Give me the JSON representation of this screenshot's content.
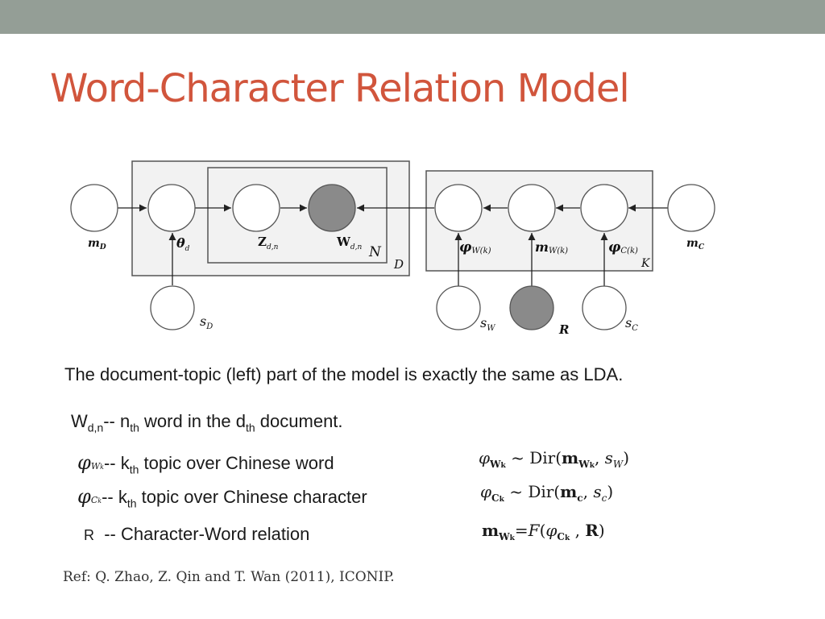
{
  "slide": {
    "title": "Word-Character Relation Model",
    "intro": "The document-topic (left) part of the model is exactly the same as LDA.",
    "reference": "Ref: Q. Zhao, Z. Qin and T. Wan (2011), ICONIP."
  },
  "diagram": {
    "plate_labels": {
      "N": "N",
      "D": "D",
      "K": "K"
    },
    "nodes": {
      "m_D": {
        "main": "m",
        "sub": "D"
      },
      "theta_d": {
        "main": "θ",
        "sub": "d"
      },
      "z_dn": {
        "main": "Z",
        "sub": "d,n"
      },
      "w_dn": {
        "main": "W",
        "sub": "d,n"
      },
      "phi_w": {
        "main": "φ",
        "sub": "W(k)"
      },
      "m_w": {
        "main": "m",
        "sub": "W(k)"
      },
      "phi_c": {
        "main": "φ",
        "sub": "C(k)"
      },
      "m_c": {
        "main": "m",
        "sub": "C"
      },
      "s_D": {
        "main": "s",
        "sub": "D"
      },
      "s_W": {
        "main": "s",
        "sub": "W"
      },
      "R": {
        "main": "R",
        "sub": ""
      },
      "s_C": {
        "main": "s",
        "sub": "C"
      }
    },
    "observed_fill": "#8a8a8a"
  },
  "definitions": {
    "wdn": {
      "sym": "W",
      "sub": "d,n",
      "sep": "-- n",
      "th": "th",
      "text1": " word in the d",
      "th2": "th",
      "text2": " document."
    },
    "phiw": {
      "sym": "φ",
      "sub": "W",
      "subk": "k",
      "sep": "-- k",
      "th": "th",
      "text": " topic over Chinese word"
    },
    "phic": {
      "sym": "φ",
      "sub": "C",
      "subk": "k",
      "sep": "-- k",
      "th": "th",
      "text": " topic over Chinese character"
    },
    "r": {
      "sym": "R",
      "text": "-- Character-Word relation"
    }
  },
  "equations": {
    "eq1": {
      "lhs": "φ",
      "lhs_sub": "W",
      "lhs_subk": "k",
      "tilde": "~",
      "dir": "Dir(",
      "m": "m",
      "m_sub": "W",
      "m_subk": "k",
      "comma": ",",
      "s": "s",
      "s_sub": "W",
      "close": ")"
    },
    "eq2": {
      "lhs": "φ",
      "lhs_sub": "C",
      "lhs_subk": "k",
      "tilde": "~",
      "dir": "Dir(",
      "m": "m",
      "m_sub": "c",
      "comma": ",",
      "s": "s",
      "s_sub": "c",
      "close": ")"
    },
    "eq3": {
      "lhs": "m",
      "lhs_sub": "W",
      "lhs_subk": "k",
      "eq": "=",
      "f": "F",
      "open": "(",
      "phi": "φ",
      "phi_sub": "C",
      "phi_subk": "k",
      "comma": ",",
      "r": "R",
      "close": ")"
    }
  }
}
